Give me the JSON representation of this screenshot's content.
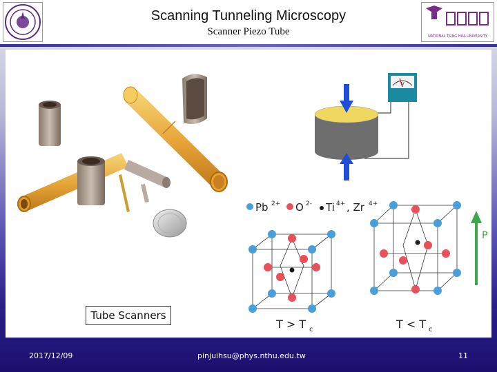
{
  "slide": {
    "title": "Scanning Tunneling Microscopy",
    "subtitle": "Scanner Piezo Tube"
  },
  "logos": {
    "left": "nthu-seal-logo",
    "right_text": "NATIONAL TSING HUA UNIVERSITY"
  },
  "photo": {
    "caption": "Tube Scanners"
  },
  "diagram": {
    "meter_label": "V",
    "legend": {
      "pb": "Pb",
      "pb_charge": "2+",
      "o": "O",
      "o_charge": "2-",
      "ti": "Ti",
      "ti_charge": "4+",
      "zr": ", Zr",
      "zr_charge": "4+"
    },
    "polarization_label": "P",
    "cubic_label": "T > T",
    "cubic_sub": "c",
    "tetragonal_label": "T < T",
    "tetragonal_sub": "c",
    "colors": {
      "pb": "#4a9fd8",
      "o": "#e8505a",
      "ti": "#1a1a1a",
      "arrow": "#1f4fd6",
      "piezo_top": "#f0d860",
      "piezo_body": "#6e6e6e",
      "meter": "#1a8aa0",
      "p_arrow": "#3da84a"
    }
  },
  "footer": {
    "date": "2017/12/09",
    "email": "pinjuihsu@phys.nthu.edu.tw",
    "page": "11"
  }
}
